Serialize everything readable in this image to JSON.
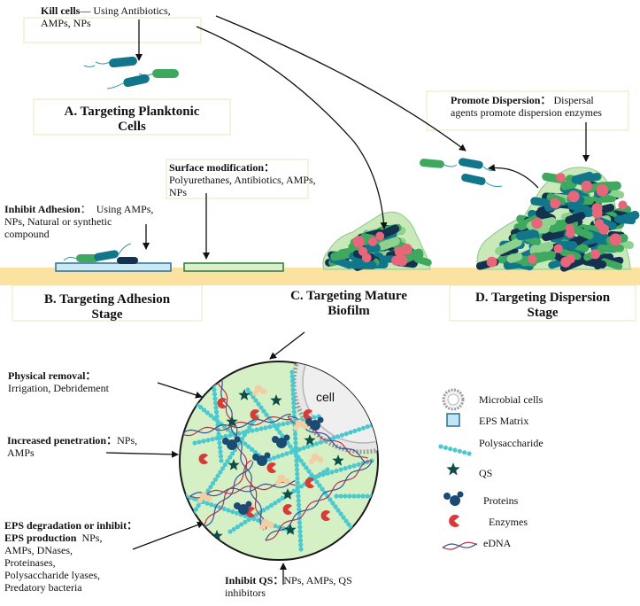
{
  "top": {
    "kill_title": "Kill cells",
    "kill_text_1": "Using Antibiotics,",
    "kill_text_2": "AMPs, NPs"
  },
  "stage_a": {
    "line1": "A. Targeting Planktonic",
    "line2": "Cells"
  },
  "surface": {
    "title": "Surface modification：",
    "line1": "Polyurethanes, Antibiotics, AMPs,",
    "line2": "NPs"
  },
  "adhesion": {
    "title": "Inhibit Adhesion",
    "text1": "Using AMPs,",
    "line2": "NPs, Natural or synthetic",
    "line3": "compound"
  },
  "dispersion": {
    "title": "Promote Dispersion：",
    "text1": "Dispersal",
    "line2": "agents promote   dispersion enzymes"
  },
  "stage_b": {
    "line1": "B. Targeting Adhesion",
    "line2": "Stage"
  },
  "stage_c": {
    "line1": "C. Targeting Mature",
    "line2": "Biofilm"
  },
  "stage_d": {
    "line1": "D. Targeting Dispersion",
    "line2": "Stage"
  },
  "physical": {
    "title": "Physical removal：",
    "line2": "Irrigation, Debridement"
  },
  "penetration": {
    "title": "Increased penetration：",
    "text1": "NPs,",
    "line2": "AMPs"
  },
  "eps": {
    "title1": "EPS degradation or inhibit：",
    "title2": "EPS production",
    "text1": "NPs,",
    "lines": [
      "AMPs, DNases,",
      "Proteinases,",
      "Polysaccharide lyases,",
      "Predatory bacteria"
    ]
  },
  "qs": {
    "title": "Inhibit QS：",
    "text1": "NPs, AMPs, QS",
    "line2": "inhibitors"
  },
  "circle": {
    "cell_label": "cell"
  },
  "legend": {
    "items": [
      "Microbial cells",
      "EPS Matrix",
      "Polysaccharide",
      "QS",
      "Proteins",
      "Enzymes",
      "eDNA"
    ]
  },
  "colors": {
    "teal": "#12768a",
    "navy": "#14324f",
    "green": "#3da85e",
    "light_green": "#8fd18f",
    "pink": "#e8667a",
    "matrix": "#c9e9b8",
    "surface": "#fce2a0",
    "polysaccharide": "#4cc8cf",
    "qs": "#0f4d47",
    "enzyme": "#d83a36",
    "protein": "#1b4b74"
  }
}
